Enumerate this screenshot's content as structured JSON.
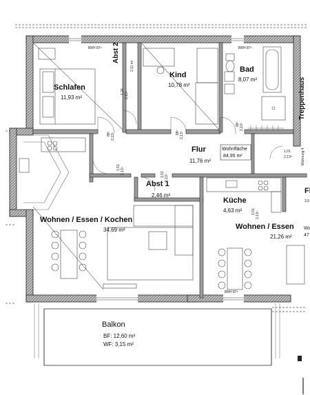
{
  "rooms": {
    "schlafen": {
      "name": "Schlafen",
      "area": "11,93 m²"
    },
    "abst2": {
      "name": "Abst 2",
      "area": "2,11 m²"
    },
    "kind": {
      "name": "Kind",
      "area": "10,78 m²"
    },
    "bad": {
      "name": "Bad",
      "area": "8,07 m²"
    },
    "flur": {
      "name": "Flur",
      "area": "11,76 m²"
    },
    "abst1": {
      "name": "Abst 1",
      "area": "2,46 m²"
    },
    "kueche": {
      "name": "Küche",
      "area": "4,63 m²"
    },
    "wohnen_kochen": {
      "name": "Wohnen / Essen / Kochen",
      "area": "34,69 m²"
    },
    "wohnen_essen": {
      "name": "Wohnen / Essen",
      "area": "21,26 m²"
    },
    "fl_partial": {
      "name": "Fl",
      "area": "3,0"
    },
    "wo_partial": {
      "name": "Wo",
      "area": "47"
    }
  },
  "wohnflaeche": {
    "label": "Wohnfläche",
    "value": "84,95 m²"
  },
  "treppenhaus": "Treppenhaus",
  "wohnung_label": "Wohnung 4",
  "balkon": {
    "name": "Balkon",
    "bf": "BF: 12,60 m²",
    "wf": "WF: 3,15 m²"
  },
  "brh_labels": [
    "BRH 87⁵",
    "BRH 87⁵",
    "BRH 87⁵"
  ],
  "door_dims": [
    {
      "w": "88⁵",
      "h": "2,13⁵"
    },
    {
      "w": "88⁵",
      "h": "2,13⁵"
    },
    {
      "w": "88⁵",
      "h": "2,13⁵"
    },
    {
      "w": "1,01",
      "h": "2,13⁵"
    },
    {
      "w": "1,51",
      "h": "2,13⁵"
    },
    {
      "w": "1,51",
      "h": "2,13⁵"
    },
    {
      "w": "1,26",
      "h": "2,13⁵"
    },
    {
      "w": "2,01",
      "h": "2,13⁵"
    }
  ]
}
